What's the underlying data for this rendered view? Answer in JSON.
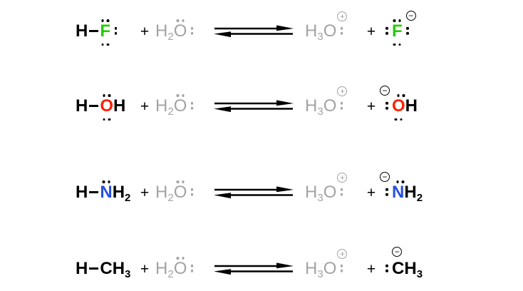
{
  "page": {
    "background": "#ffffff"
  },
  "colors": {
    "black": "#000000",
    "spectator_gray": "#a3a3a3",
    "fluorine_green": "#22cc00",
    "oxygen_red": "#ff2100",
    "nitrogen_blue": "#2450e0",
    "carbon_black": "#000000"
  },
  "symbols": {
    "plus": "+",
    "positive_charge": "+",
    "negative_charge": "−"
  },
  "water": {
    "h": "H",
    "h_sub": "2",
    "o": "O"
  },
  "hydronium": {
    "h": "H",
    "h_sub": "3",
    "o": "O"
  },
  "rows": [
    {
      "acid": {
        "h": "H",
        "central": "F"
      },
      "base": {
        "central": "F"
      }
    },
    {
      "acid": {
        "h": "H",
        "central": "O",
        "tail": "H"
      },
      "base": {
        "central": "O",
        "tail": "H"
      }
    },
    {
      "acid": {
        "h": "H",
        "central": "N",
        "tail": "H",
        "tail_sub": "2"
      },
      "base": {
        "central": "N",
        "tail": "H",
        "tail_sub": "2"
      }
    },
    {
      "acid": {
        "h": "H",
        "central": "C",
        "tail": "H",
        "tail_sub": "3"
      },
      "base": {
        "central": "C",
        "tail": "H",
        "tail_sub": "3"
      }
    }
  ]
}
